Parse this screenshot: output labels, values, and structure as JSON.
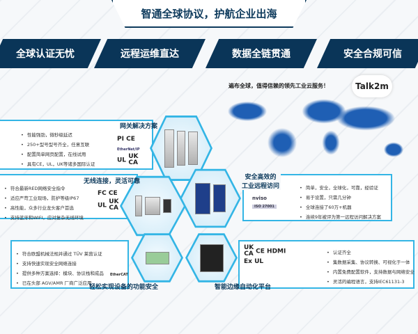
{
  "header": {
    "title": "智通全球协议，护航企业出海"
  },
  "bands": [
    "全球认证无忧",
    "远程运维直达",
    "数据全链贯通",
    "安全合规可信"
  ],
  "map": {
    "slogan": "遍布全球，值得信赖的领先工业云服务！",
    "brand": "Talk2m"
  },
  "gateway": {
    "title": "网关解决方案",
    "bullets": [
      "性能强劲，微秒级延迟",
      "250+型号型号齐全，任意互联",
      "配置简单网页配置，在线试用",
      "具有CE，UL，UK等诸多国际认证"
    ],
    "logos": [
      "PI",
      "CE",
      "EtherNet/IP",
      "UL",
      "UK CA"
    ]
  },
  "wireless": {
    "title": "无线连接，灵活可靠",
    "bullets": [
      "符合最新RED网络安全指令",
      "适应严苛工业现场，防护等级IP67",
      "高性能，众多行业龙头客户首选",
      "支持蓝牙和WIFI，应对复杂无线环境"
    ],
    "logos": [
      "FC",
      "CE",
      "UL",
      "UK CA"
    ]
  },
  "remote": {
    "title1": "安全高效的",
    "title2": "工业远程访问",
    "bullets": [
      "简单，安全，全球化，可靠，经验证",
      "易于设置，只需几分钟",
      "全球连接了60万+机器",
      "连续9年被评为第一远程访问解决方案"
    ],
    "logos": [
      "nviso",
      "ISO 27001"
    ]
  },
  "safety": {
    "title": "轻松实现设备的功能安全",
    "bullets": [
      "符合欧盟机械法规并通过 TÜV 莱茵认证",
      "支持快速实现安全网络连接",
      "提供多种方案选择：模块、协议栈和成品",
      "已在头部 AGV/AMR 厂商广泛应用"
    ],
    "logos": [
      "EtherCAT"
    ]
  },
  "edge": {
    "title": "智能边缘自动化平台",
    "bullets": [
      "认证齐全",
      "集数据采集、协议转换、可视化于一体",
      "内置免费配置软件，支持数据与网络安全",
      "灵活的编程语言，支持IEC61131-3"
    ],
    "logos": [
      "UK CA",
      "CE",
      "HDMI",
      "Ex",
      "UL"
    ]
  }
}
